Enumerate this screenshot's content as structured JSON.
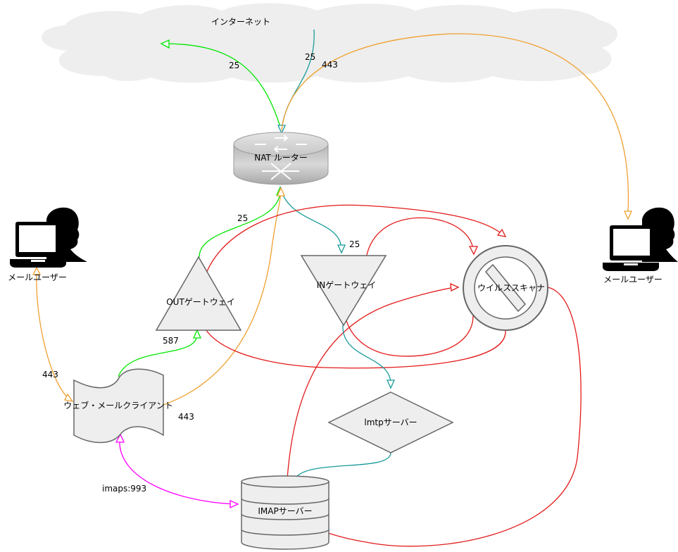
{
  "nodes": {
    "internet": "インターネット",
    "nat_router": "NAT ルーター",
    "out_gateway": "OUTゲートウェイ",
    "in_gateway": "INゲートウェイ",
    "virus_scanner": "ウイルススキャナ",
    "lmtp_server": "lmtpサーバー",
    "imap_server": "IMAPサーバー",
    "webmail_client": "ウェブ・メールクライアント",
    "mail_user_left": "メールユーザー",
    "mail_user_right": "メールユーザー"
  },
  "edge_labels": {
    "out_internet_25": "25",
    "in_internet_25": "25",
    "https_443": "443",
    "nat_out_25": "25",
    "nat_in_25": "25",
    "submission_587": "587",
    "user_web_443": "443",
    "web_nat_443": "443",
    "imaps_993": "imaps:993"
  },
  "colors": {
    "smtp_out": "#00e600",
    "smtp_in": "#1a9a9a",
    "https": "#f0a030",
    "scan": "#e31a1a",
    "imaps": "#ff00ff"
  }
}
